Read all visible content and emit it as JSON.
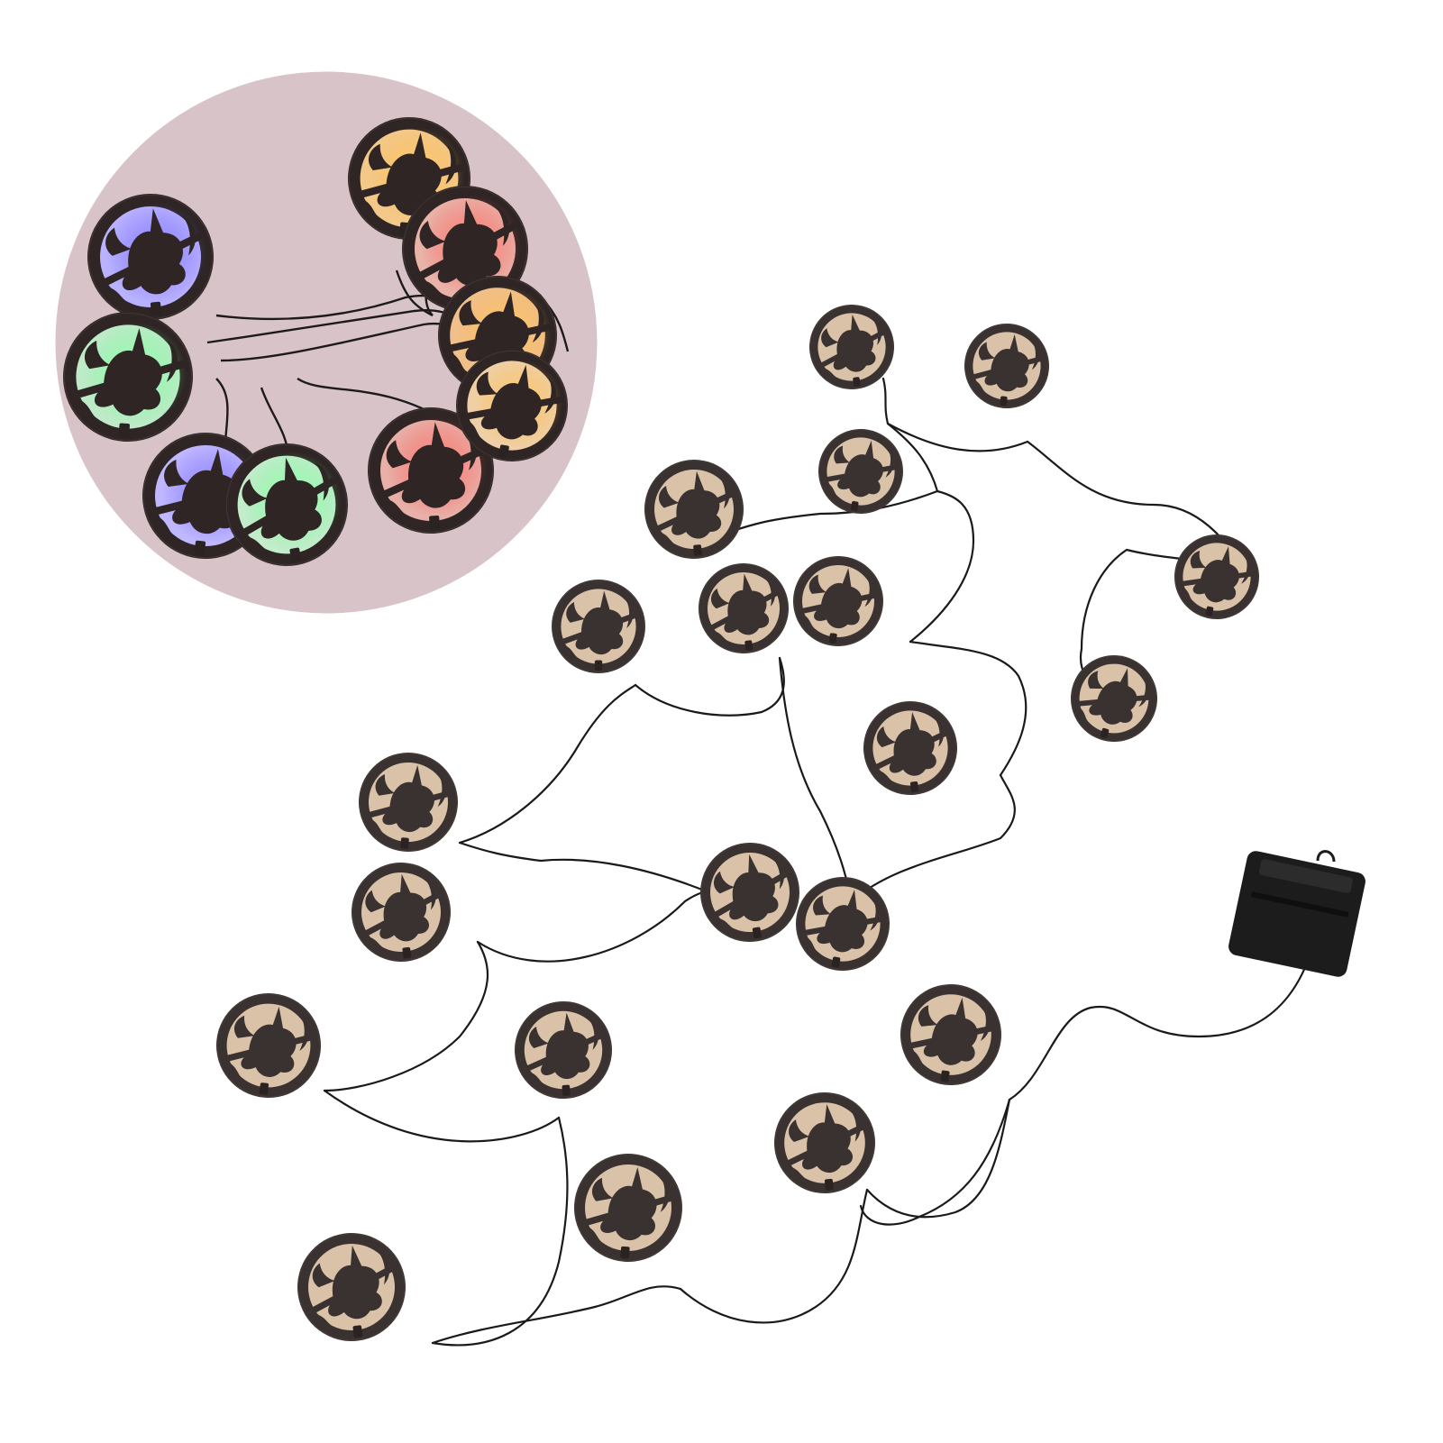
{
  "product_photo": {
    "subject": "witch-on-broom-string-lights",
    "pendant_count": 20,
    "has_battery_box": true
  },
  "inset_photo": {
    "subject": "lit-pendants-closeup",
    "shape": "circle",
    "colors": {
      "background": "#d8c4c8",
      "blue": "#6b5cff",
      "orange": "#ffb13b",
      "red": "#ff4a4a",
      "green": "#5bff8a",
      "pink": "#ff7ad0"
    }
  },
  "colors": {
    "wood": "#3a3231",
    "wood_dark": "#2a2322",
    "cutout": "#d9c2a8",
    "wire": "#1a1a1a",
    "battery_box": "#1c1c1c",
    "page_background": "#ffffff"
  }
}
